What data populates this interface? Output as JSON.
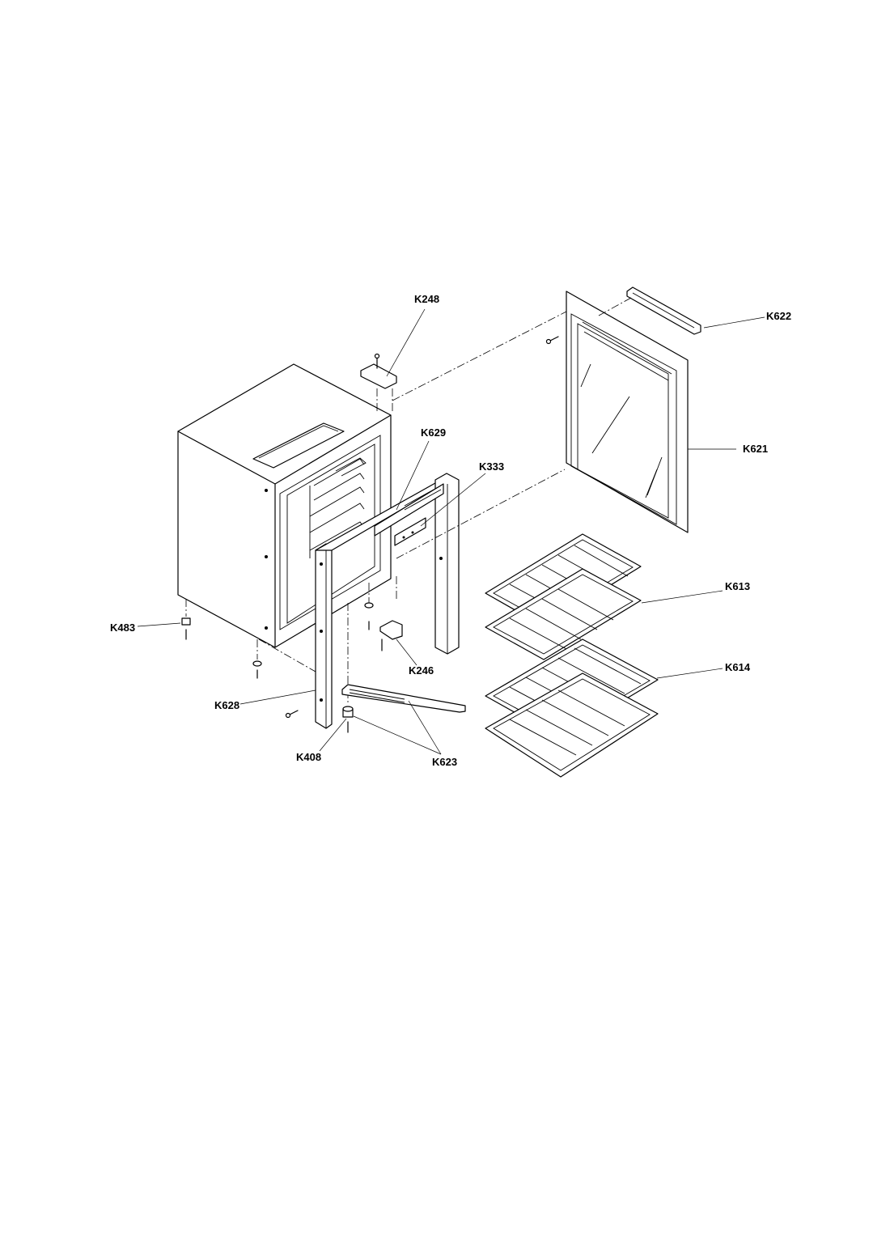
{
  "labels": {
    "k248": "K248",
    "k622": "K622",
    "k629": "K629",
    "k621": "K621",
    "k333": "K333",
    "k613": "K613",
    "k483": "K483",
    "k246": "K246",
    "k614": "K614",
    "k628": "K628",
    "k408": "K408",
    "k623": "K623"
  },
  "colors": {
    "line": "#000000",
    "background": "#ffffff"
  }
}
